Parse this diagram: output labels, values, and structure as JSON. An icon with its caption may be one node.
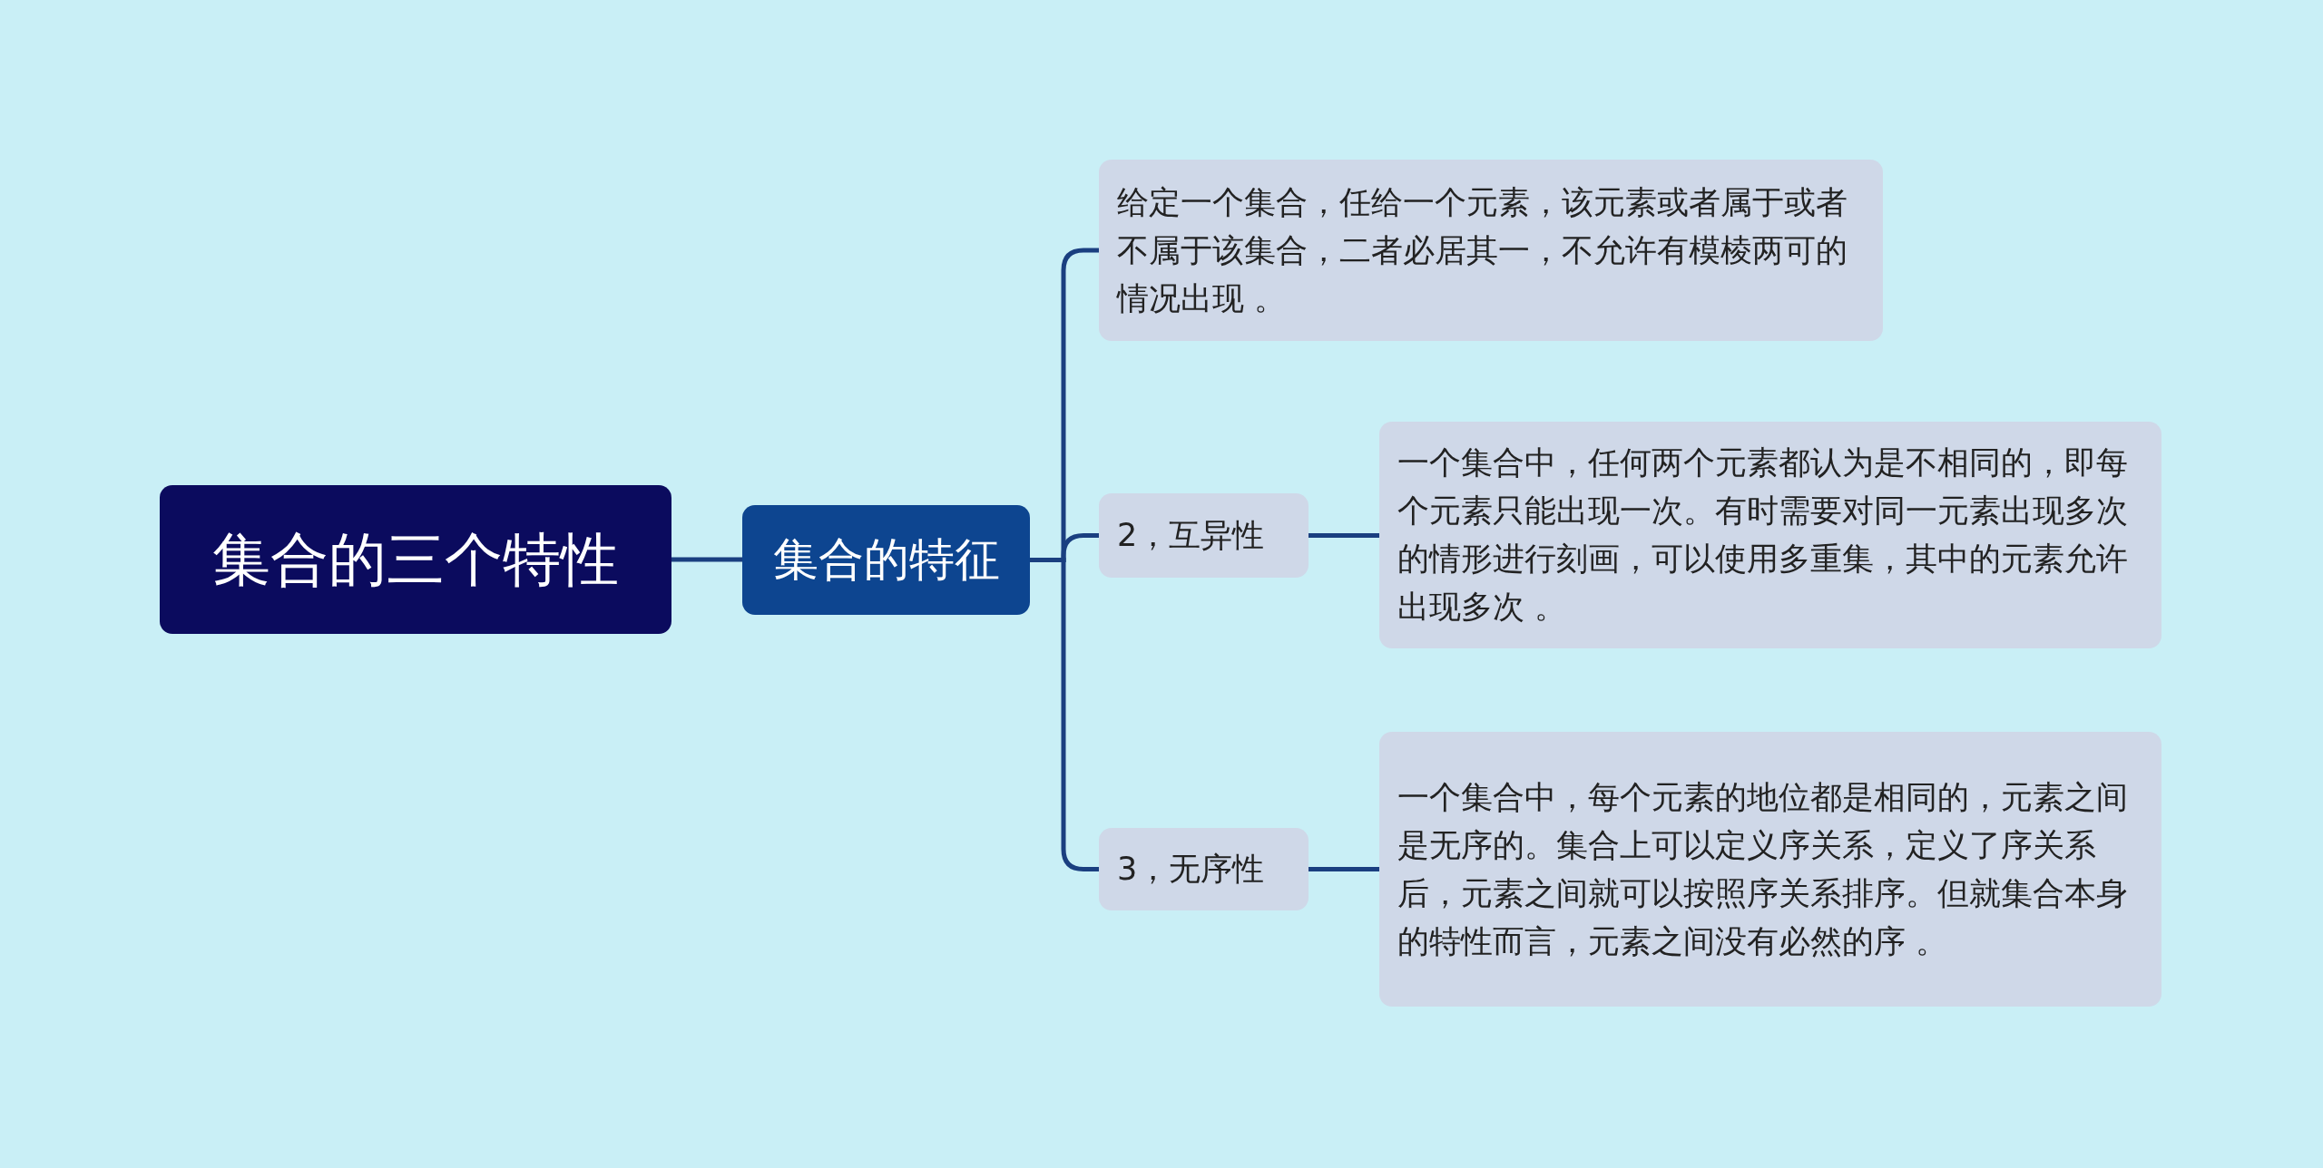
{
  "diagram": {
    "nodes": [
      {
        "text": [
          "集合的三个特性"
        ]
      },
      {
        "text": [
          "集合的特征"
        ]
      },
      {
        "text": [
          "给定一个集合，任给一个元素，该元素或者属于或者不属于该集合，二者必居其一，不允许有模棱两可的情况出现 。"
        ]
      },
      {
        "text": [
          "2，互异性"
        ]
      },
      {
        "text": [
          "一个集合中，任何两个元素都认为是不相同的，即每个元素只能出现一次。有时需要对同一元素出现多次的情形进行刻画，可以使用多重集，其中的元素允许出现多次 。"
        ]
      },
      {
        "text": [
          "3，无序性"
        ]
      },
      {
        "text": [
          "一个集合中，每个元素的地位都是相同的，元素之间是无序的。集合上可以定义序关系，定义了序关系后，元素之间就可以按照序关系排序。但就集合本身的特性而言，元素之间没有必然的序 。"
        ]
      }
    ],
    "edges": [
      {
        "from": 0,
        "to": 1,
        "arrow": "none"
      },
      {
        "from": 1,
        "to": 2,
        "arrow": "none"
      },
      {
        "from": 1,
        "to": 3,
        "arrow": "none"
      },
      {
        "from": 1,
        "to": 5,
        "arrow": "none"
      },
      {
        "from": 3,
        "to": 4,
        "arrow": "none"
      },
      {
        "from": 5,
        "to": 6,
        "arrow": "none"
      }
    ]
  }
}
